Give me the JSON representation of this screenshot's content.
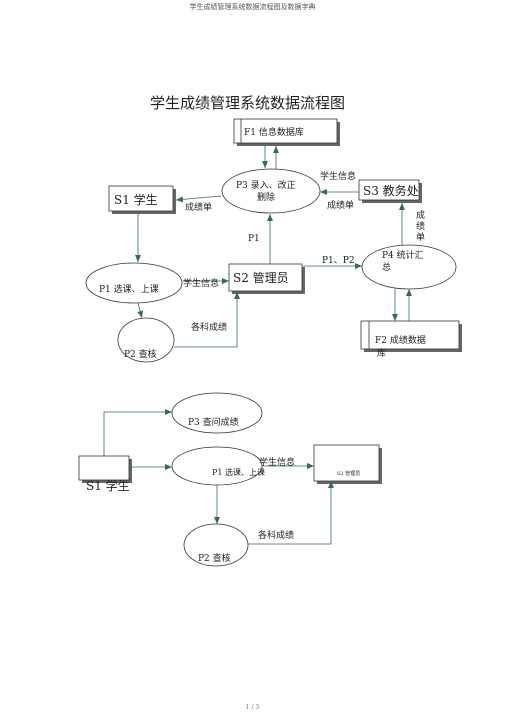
{
  "header": "学生成绩管理系统数据流程图及数据字典",
  "footer": "1 / 3",
  "diagram1": {
    "title": "学生成绩管理系统数据流程图",
    "f1": "F1 信息数据库",
    "p3_line1": "P3 录入、改正",
    "p3_line2": "删除",
    "s1": "S1 学生",
    "s3": "S3 教务处",
    "s2": "S2 管理员",
    "p1_line1": "P1 选课、上课",
    "p4_line1": "P4 统计汇",
    "p4_line2": "总",
    "p2": "P2 查核",
    "f2_line1": "F2 成绩数据",
    "f2_line2": "库",
    "flow_student_info_top": "学生信息",
    "flow_grade_left": "成绩单",
    "flow_grade_right": "成绩单",
    "flow_grade_vertical": [
      "成",
      "绩",
      "单"
    ],
    "flow_p1": "P1",
    "flow_p1p2": "P1、P2",
    "flow_student_info_mid": "学生信息",
    "flow_subject_grades": "各科成绩"
  },
  "diagram2": {
    "p3": "P3 查问成绩",
    "s1": "S1 学生",
    "p1": "P1 选课、上课",
    "flow_student_info": "学生信息",
    "s2": "S2 管理员",
    "flow_subject_grades": "各科成绩",
    "p2": "P2 查核"
  }
}
